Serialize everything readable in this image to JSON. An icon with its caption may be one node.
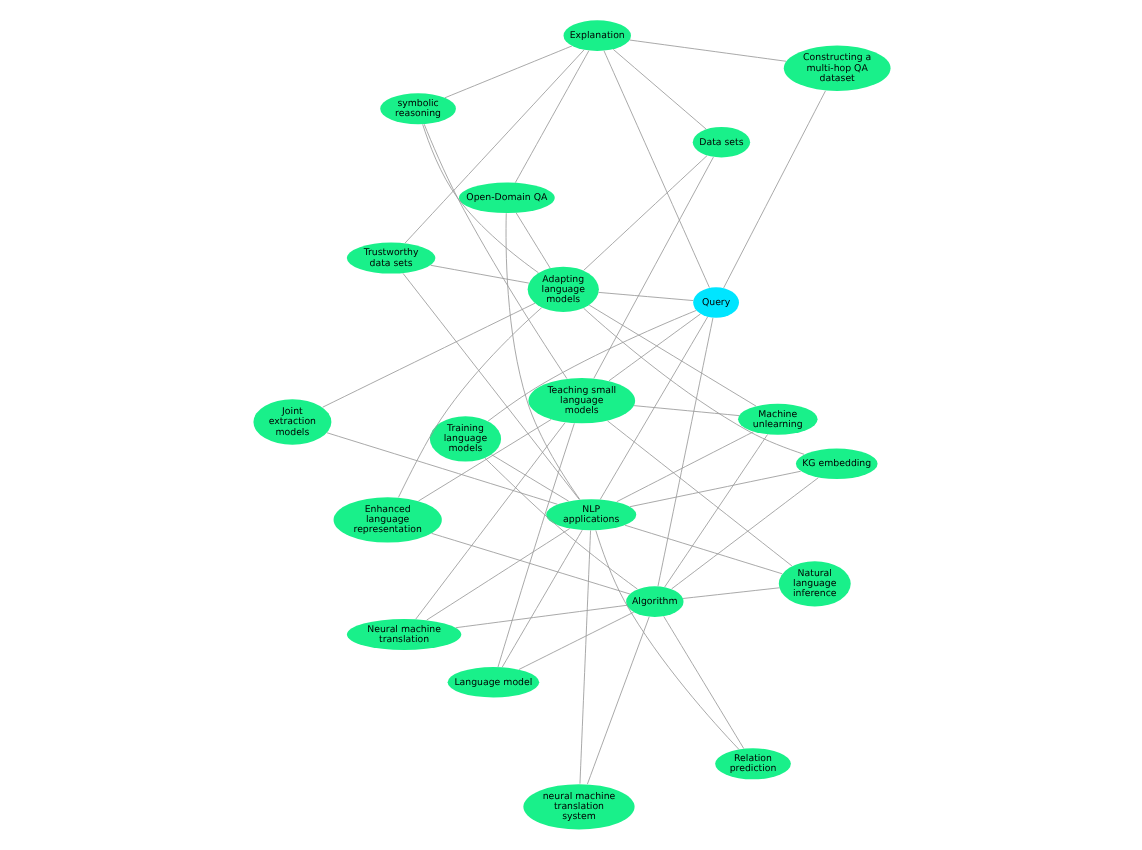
{
  "diagram": {
    "nodes": [
      {
        "text": [
          "Query"
        ]
      },
      {
        "text": [
          "Constructing a multi-hop QA dataset"
        ]
      },
      {
        "text": [
          "Enhanced language representation"
        ]
      },
      {
        "text": [
          "Machine unlearning"
        ]
      },
      {
        "text": [
          "KG embedding"
        ]
      },
      {
        "text": [
          "Neural machine translation"
        ]
      },
      {
        "text": [
          "Training language models"
        ]
      },
      {
        "text": [
          "Algorithm"
        ]
      },
      {
        "text": [
          "Adapting language models"
        ]
      },
      {
        "text": [
          "Teaching small language models"
        ]
      },
      {
        "text": [
          "NLP applications"
        ]
      },
      {
        "text": [
          "Trustworthy data sets"
        ]
      },
      {
        "text": [
          "Natural language inference"
        ]
      },
      {
        "text": [
          "Explanation"
        ]
      },
      {
        "text": [
          "Open-Domain QA"
        ]
      },
      {
        "text": [
          "Data sets"
        ]
      },
      {
        "text": [
          "neural machine translation system"
        ]
      },
      {
        "text": [
          "Joint extraction models"
        ]
      },
      {
        "text": [
          "Language model"
        ]
      },
      {
        "text": [
          "symbolic reasoning"
        ]
      },
      {
        "text": [
          "Relation prediction"
        ]
      }
    ],
    "edges": [
      {
        "from": 13,
        "to": 1,
        "arrow": "none"
      },
      {
        "from": 13,
        "to": 0,
        "arrow": "none"
      },
      {
        "from": 13,
        "to": 11,
        "arrow": "none"
      },
      {
        "from": 13,
        "to": 14,
        "arrow": "none"
      },
      {
        "from": 13,
        "to": 15,
        "arrow": "none"
      },
      {
        "from": 13,
        "to": 19,
        "arrow": "none"
      },
      {
        "from": 0,
        "to": 1,
        "arrow": "none"
      },
      {
        "from": 0,
        "to": 7,
        "arrow": "none"
      },
      {
        "from": 0,
        "to": 6,
        "arrow": "none"
      },
      {
        "from": 0,
        "to": 8,
        "arrow": "none"
      },
      {
        "from": 0,
        "to": 9,
        "arrow": "none"
      },
      {
        "from": 0,
        "to": 10,
        "arrow": "none"
      },
      {
        "from": 7,
        "to": 2,
        "arrow": "none"
      },
      {
        "from": 7,
        "to": 3,
        "arrow": "none"
      },
      {
        "from": 7,
        "to": 4,
        "arrow": "none"
      },
      {
        "from": 7,
        "to": 5,
        "arrow": "none"
      },
      {
        "from": 7,
        "to": 6,
        "arrow": "none"
      },
      {
        "from": 7,
        "to": 12,
        "arrow": "none"
      },
      {
        "from": 7,
        "to": 16,
        "arrow": "none"
      },
      {
        "from": 7,
        "to": 18,
        "arrow": "none"
      },
      {
        "from": 7,
        "to": 20,
        "arrow": "none"
      },
      {
        "from": 8,
        "to": 2,
        "arrow": "none"
      },
      {
        "from": 8,
        "to": 3,
        "arrow": "none"
      },
      {
        "from": 8,
        "to": 4,
        "arrow": "none"
      },
      {
        "from": 8,
        "to": 11,
        "arrow": "none"
      },
      {
        "from": 8,
        "to": 14,
        "arrow": "none"
      },
      {
        "from": 8,
        "to": 15,
        "arrow": "none"
      },
      {
        "from": 8,
        "to": 19,
        "arrow": "none"
      },
      {
        "from": 8,
        "to": 17,
        "arrow": "none"
      },
      {
        "from": 9,
        "to": 2,
        "arrow": "none"
      },
      {
        "from": 9,
        "to": 3,
        "arrow": "none"
      },
      {
        "from": 9,
        "to": 5,
        "arrow": "none"
      },
      {
        "from": 9,
        "to": 12,
        "arrow": "none"
      },
      {
        "from": 9,
        "to": 18,
        "arrow": "none"
      },
      {
        "from": 9,
        "to": 19,
        "arrow": "none"
      },
      {
        "from": 9,
        "to": 15,
        "arrow": "none"
      },
      {
        "from": 10,
        "to": 3,
        "arrow": "none"
      },
      {
        "from": 10,
        "to": 4,
        "arrow": "none"
      },
      {
        "from": 10,
        "to": 5,
        "arrow": "none"
      },
      {
        "from": 10,
        "to": 6,
        "arrow": "none"
      },
      {
        "from": 10,
        "to": 11,
        "arrow": "none"
      },
      {
        "from": 10,
        "to": 12,
        "arrow": "none"
      },
      {
        "from": 10,
        "to": 14,
        "arrow": "none"
      },
      {
        "from": 10,
        "to": 16,
        "arrow": "none"
      },
      {
        "from": 10,
        "to": 17,
        "arrow": "none"
      },
      {
        "from": 10,
        "to": 18,
        "arrow": "none"
      },
      {
        "from": 10,
        "to": 20,
        "arrow": "none"
      }
    ]
  }
}
